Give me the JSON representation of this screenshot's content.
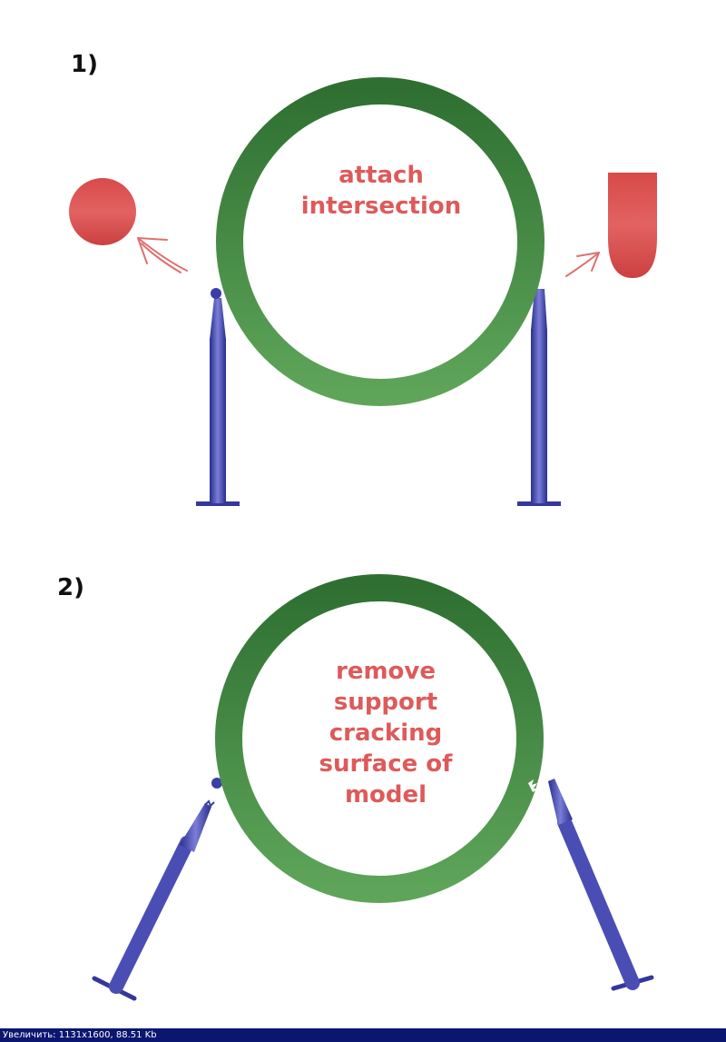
{
  "steps": [
    {
      "label": "1)",
      "caption_lines": [
        "attach",
        "intersection"
      ]
    },
    {
      "label": "2)",
      "caption_lines": [
        "remove",
        "support",
        "cracking",
        "surface of",
        "model"
      ]
    }
  ],
  "status_bar": "Увеличить: 1131x1600, 88.51 Kb",
  "colors": {
    "ring": "#3a8a3e",
    "support": "#3a3ea6",
    "marker": "#de5a5a",
    "status_bg": "#0a1670"
  }
}
